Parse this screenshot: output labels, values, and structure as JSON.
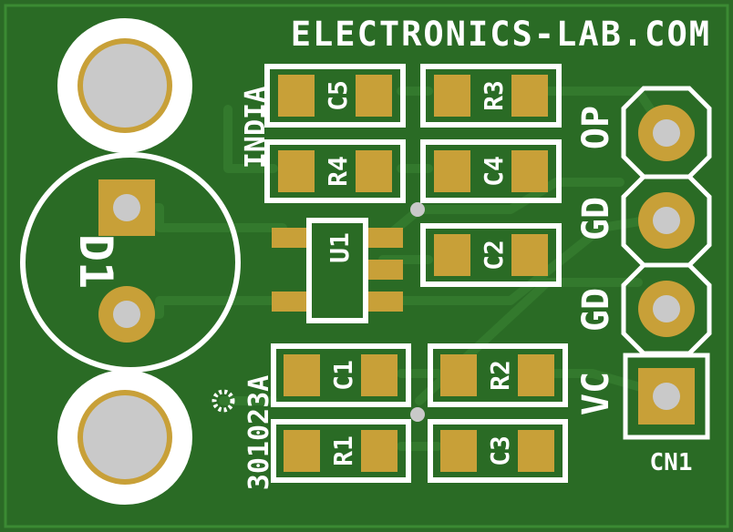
{
  "board": {
    "brand": "ELECTRONICS-LAB.COM",
    "origin": "INDIA",
    "part_number": "301023A",
    "colors": {
      "pcb": "#2a6b25",
      "pcb_edge": "#1f5a1c",
      "trace": "#327a2c",
      "pad": "#c8a038",
      "hole": "#c9c9c9",
      "silkscreen": "#ffffff"
    }
  },
  "components": {
    "c5": "C5",
    "r3": "R3",
    "r4": "R4",
    "c4": "C4",
    "u1": "U1",
    "c2": "C2",
    "c1": "C1",
    "r2": "R2",
    "r1": "R1",
    "c3": "C3",
    "d1": "D1"
  },
  "connector": {
    "name": "CN1",
    "pins": [
      "OP",
      "GD",
      "GD",
      "VC"
    ]
  }
}
